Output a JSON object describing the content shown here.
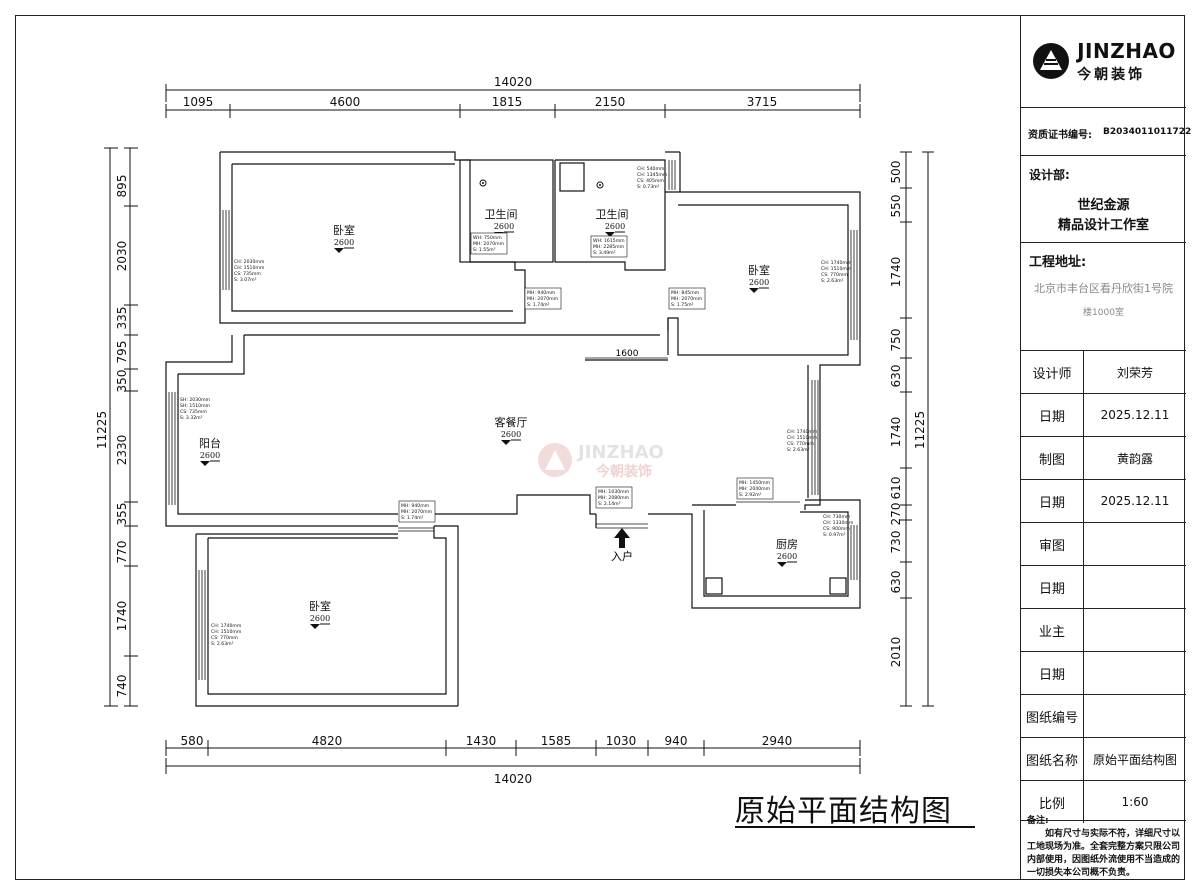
{
  "title_block": {
    "logo_en": "JINZHAO",
    "logo_cn": "今朝装饰",
    "license_label": "资质证书编号:",
    "license_no": "B2034011011722",
    "design_dept_label": "设计部:",
    "design_dept_line1": "世纪金源",
    "design_dept_line2": "精品设计工作室",
    "address_label": "工程地址:",
    "address_line1": "北京市丰台区看丹欣街1号院",
    "address_line2": "楼1000室",
    "rows": [
      {
        "k": "设计师",
        "v": "刘荣芳"
      },
      {
        "k": "日期",
        "v": "2025.12.11"
      },
      {
        "k": "制图",
        "v": "黄韵露"
      },
      {
        "k": "日期",
        "v": "2025.12.11"
      },
      {
        "k": "审图",
        "v": ""
      },
      {
        "k": "日期",
        "v": ""
      },
      {
        "k": "业主",
        "v": ""
      },
      {
        "k": "日期",
        "v": ""
      },
      {
        "k": "图纸编号",
        "v": ""
      },
      {
        "k": "图纸名称",
        "v": "原始平面结构图"
      },
      {
        "k": "比例",
        "v": "1:60"
      }
    ],
    "note_title": "备注:",
    "note_body": "如有尺寸与实际不符，详细尺寸以工地现场为准。全套完整方案只限公司内部使用，因图纸外流使用不当造成的一切损失本公司概不负责。"
  },
  "drawing_title": "原始平面结构图",
  "watermark": {
    "en": "JINZHAO",
    "cn": "今朝装饰"
  },
  "dimensions": {
    "top_total": "14020",
    "top": [
      "1095",
      "4600",
      "1815",
      "2150",
      "3715"
    ],
    "bottom_total": "14020",
    "bottom": [
      "580",
      "4820",
      "1430",
      "1585",
      "1030",
      "940",
      "2940"
    ],
    "left_total": "11225",
    "left": [
      "895",
      "2030",
      "335",
      "795",
      "350",
      "2330",
      "355",
      "770",
      "1740",
      "740"
    ],
    "right_total": "11225",
    "right": [
      "500",
      "550",
      "1740",
      "750",
      "630",
      "1740",
      "610",
      "270",
      "730",
      "630",
      "2010"
    ],
    "inner": "1600"
  },
  "rooms": [
    {
      "name": "卧室",
      "h": "2600"
    },
    {
      "name": "卫生间",
      "h": "2600"
    },
    {
      "name": "卫生间",
      "h": "2600"
    },
    {
      "name": "卧室",
      "h": "2600"
    },
    {
      "name": "客餐厅",
      "h": "2600"
    },
    {
      "name": "阳台",
      "h": "2600"
    },
    {
      "name": "厨房",
      "h": "2600"
    },
    {
      "name": "卧室",
      "h": "2600"
    }
  ],
  "entrance": "入户",
  "tags": {
    "w1": [
      "CH: 2030mm",
      "CH: 1510mm",
      "CS: 735mm",
      "S: 3.07m²"
    ],
    "w2": [
      "WH: 750mm",
      "MH: 2070mm",
      "S: 1.55m²"
    ],
    "w3": [
      "WH: 1615mm",
      "MH: 2285mm",
      "S: 3.49m²"
    ],
    "w4": [
      "CH: 540mm",
      "CH: 1345mm",
      "CS: 405mm",
      "S: 0.73m²"
    ],
    "w5": [
      "MH: 940mm",
      "MH: 2070mm",
      "S: 1.74m²"
    ],
    "w6": [
      "MH: 845mm",
      "MH: 2070mm",
      "S: 1.75m²"
    ],
    "w7": [
      "CH: 1740mm",
      "CH: 1510mm",
      "CS: 770mm",
      "S: 2.63m²"
    ],
    "w8": [
      "SH: 2030mm",
      "SH: 1510mm",
      "CS: 735mm",
      "S: 3.32m²"
    ],
    "w9": [
      "CH: 1740mm",
      "CH: 1510mm",
      "CS: 770mm",
      "S: 2.63m²"
    ],
    "w10": [
      "MH: 940mm",
      "MH: 2070mm",
      "S: 1.74m²"
    ],
    "w11": [
      "MH: 1030mm",
      "MH: 2080mm",
      "S: 2.14m²"
    ],
    "w12": [
      "MH: 1450mm",
      "MH: 2040mm",
      "S: 2.92m²"
    ],
    "w13": [
      "CH: 730mm",
      "CH: 1330mm",
      "CS: 900mm",
      "S: 0.97m²"
    ],
    "w14": [
      "CH: 1740mm",
      "CH: 1510mm",
      "CS: 770mm",
      "S: 2.63m²"
    ]
  }
}
